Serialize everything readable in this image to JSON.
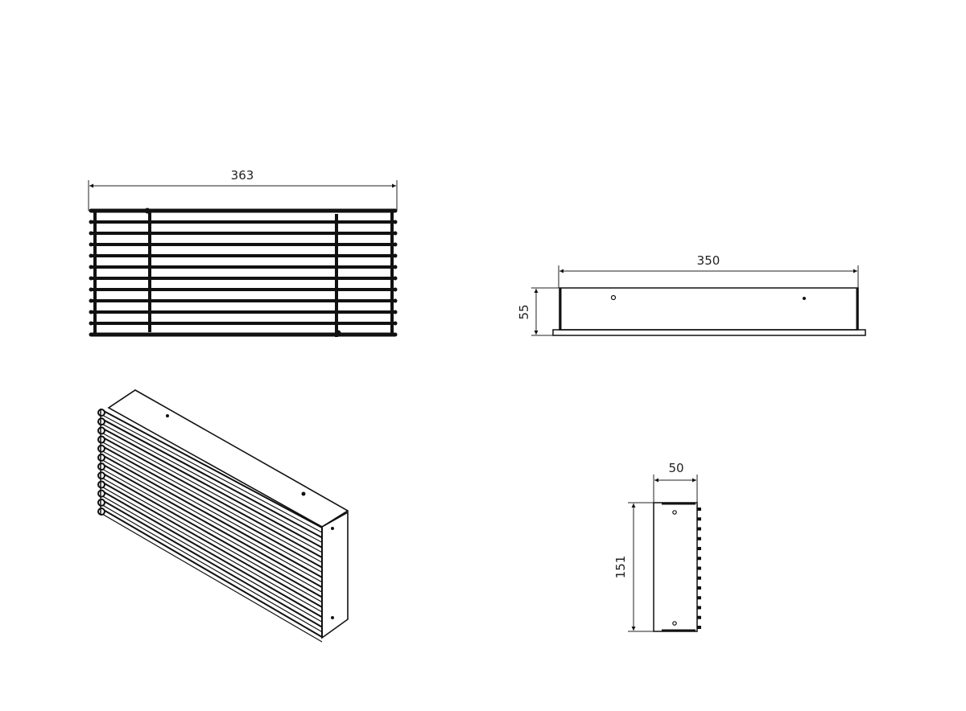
{
  "drawing": {
    "front_view": {
      "width_label": "363",
      "louver_count": 12
    },
    "side_view": {
      "length_label": "350",
      "height_label": "55"
    },
    "end_view": {
      "depth_label": "50",
      "height_label": "151"
    },
    "isometric_view": {
      "louver_count": 12
    }
  },
  "colors": {
    "line": "#111111",
    "background": "#ffffff"
  }
}
